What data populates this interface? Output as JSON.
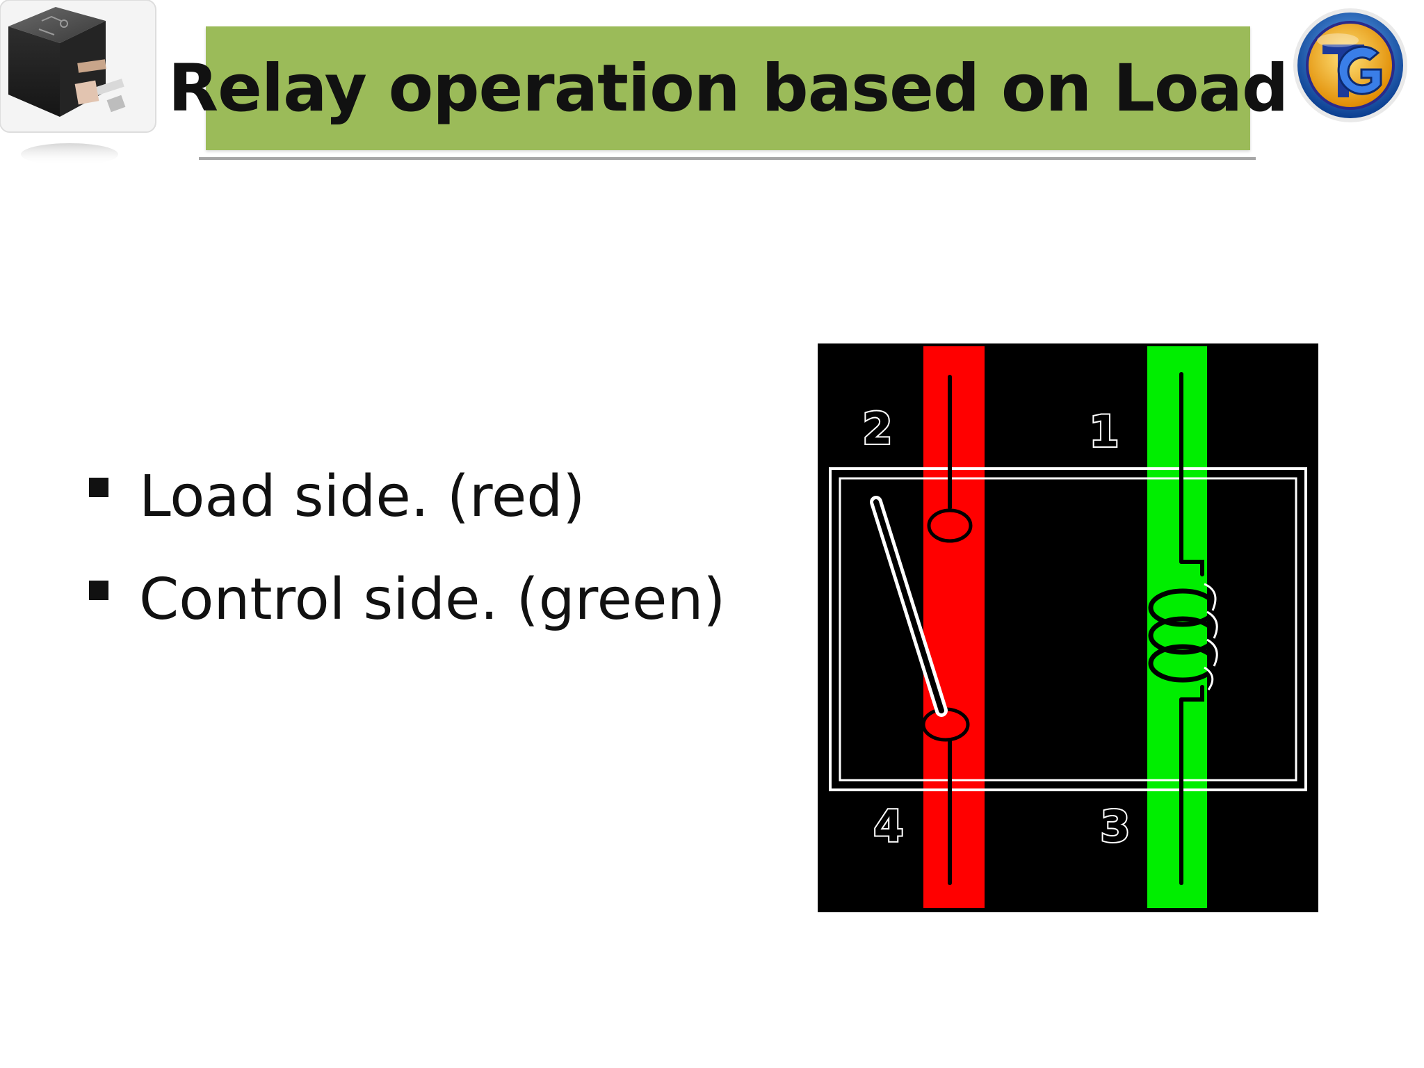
{
  "slide": {
    "title": "Relay operation based on Load"
  },
  "bullets": [
    {
      "text": "Load side. (red)"
    },
    {
      "text": "Control side. (green)"
    }
  ],
  "diagram": {
    "terminals": {
      "top_left": "2",
      "top_right": "1",
      "bottom_left": "4",
      "bottom_right": "3"
    },
    "colors": {
      "load_side": "#ff0000",
      "control_side": "#00ee00",
      "background": "#000000",
      "title_bar": "#9bbb59"
    }
  },
  "images": {
    "relay_photo": "relay-photo",
    "logo": "tg-logo-icon"
  }
}
